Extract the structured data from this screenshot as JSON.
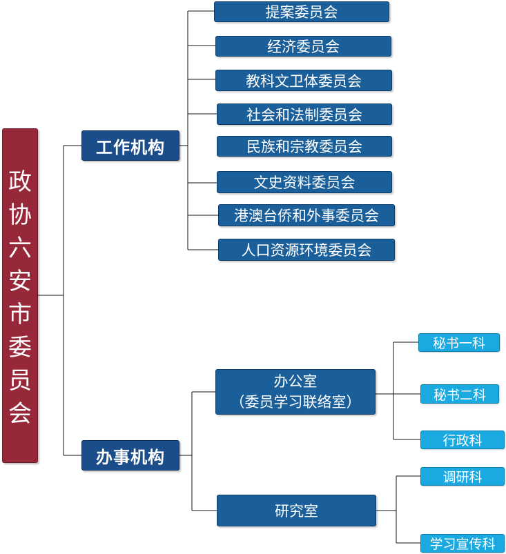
{
  "root": {
    "label": "政协六安市委员会"
  },
  "work_dept": {
    "label": "工作机构",
    "children": [
      "提案委员会",
      "经济委员会",
      "教科文卫体委员会",
      "社会和法制委员会",
      "民族和宗教委员会",
      "文史资料委员会",
      "港澳台侨和外事委员会",
      "人口资源环境委员会"
    ]
  },
  "office_dept": {
    "label": "办事机构",
    "office": {
      "label_line1": "办公室",
      "label_line2": "（委员学习联络室）",
      "children": [
        "秘书一科",
        "秘书二科",
        "行政科"
      ]
    },
    "research": {
      "label": "研究室",
      "children": [
        "调研科",
        "学习宣传科"
      ]
    }
  },
  "colors": {
    "root": "#97283a",
    "level1": "#1a4d8a",
    "level2": "#1a5f99",
    "level3": "#1aa9e0"
  }
}
